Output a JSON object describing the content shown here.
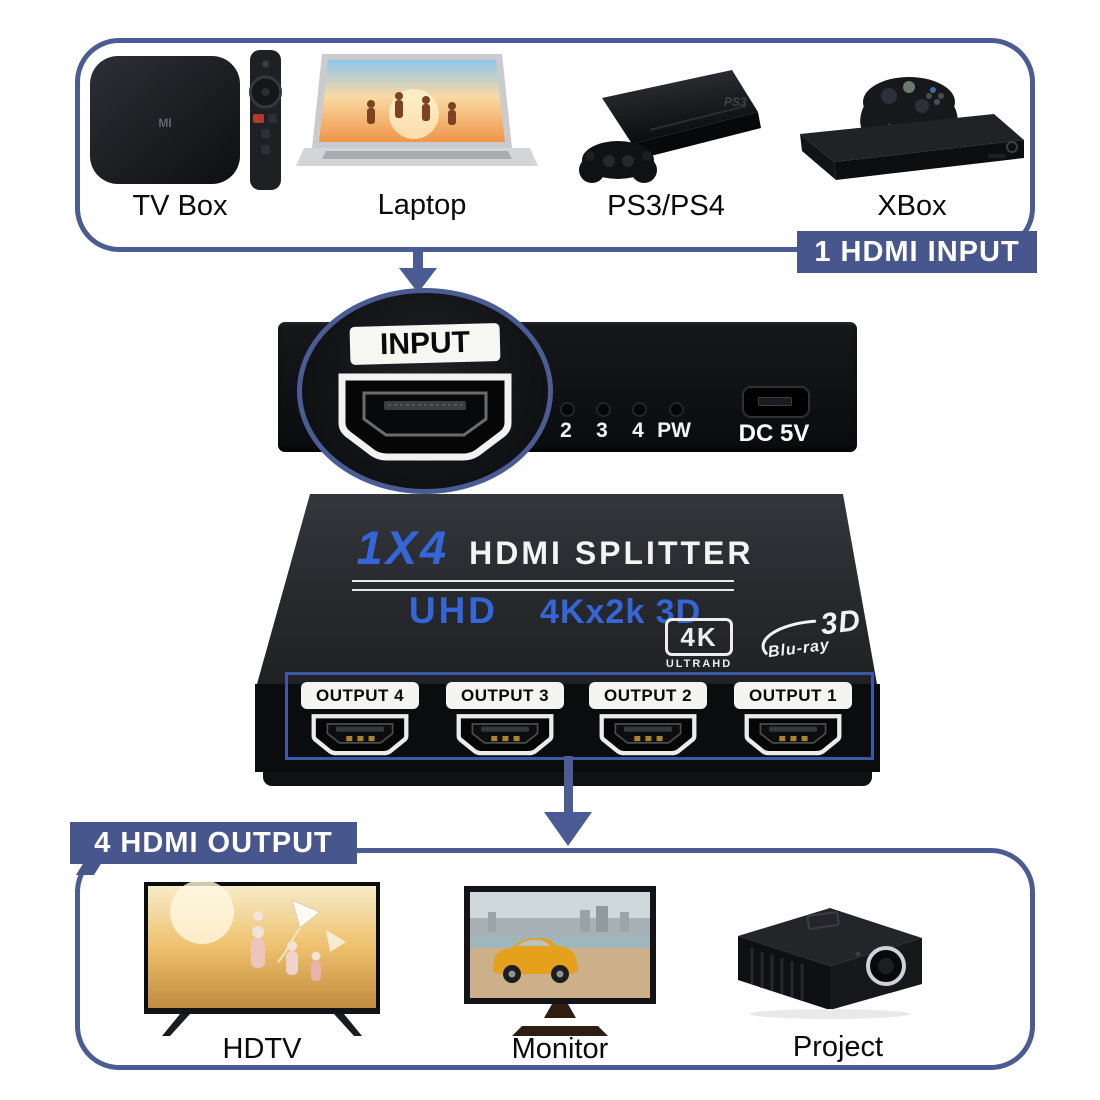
{
  "colors": {
    "outline_blue": "#4a5c93",
    "badge_blue": "#47568d",
    "ports_outline_blue": "#3e57a8",
    "splitter_text_blue": "#3566d8"
  },
  "input_section": {
    "badge_label": "1 HDMI INPUT",
    "devices": [
      {
        "label": "TV Box",
        "logo": "MI"
      },
      {
        "label": "Laptop"
      },
      {
        "label": "PS3/PS4",
        "logo": "PS3"
      },
      {
        "label": "XBox"
      }
    ]
  },
  "splitter_front": {
    "input_port_label": "INPUT",
    "led_labels": [
      "2",
      "3",
      "4",
      "PW"
    ],
    "power_port_label": "DC 5V"
  },
  "splitter_top": {
    "model": "1X4",
    "name": "HDMI SPLITTER",
    "uhd": "UHD",
    "resolution": "4Kx2k 3D",
    "badge_4k": "4K",
    "badge_4k_sub": "ULTRAHD",
    "badge_3d": "3D",
    "badge_3d_sub": "Blu-ray",
    "output_labels": [
      "OUTPUT 4",
      "OUTPUT 3",
      "OUTPUT 2",
      "OUTPUT 1"
    ]
  },
  "output_section": {
    "badge_label": "4 HDMI OUTPUT",
    "devices": [
      {
        "label": "HDTV"
      },
      {
        "label": "Monitor"
      },
      {
        "label": "Project"
      }
    ]
  }
}
